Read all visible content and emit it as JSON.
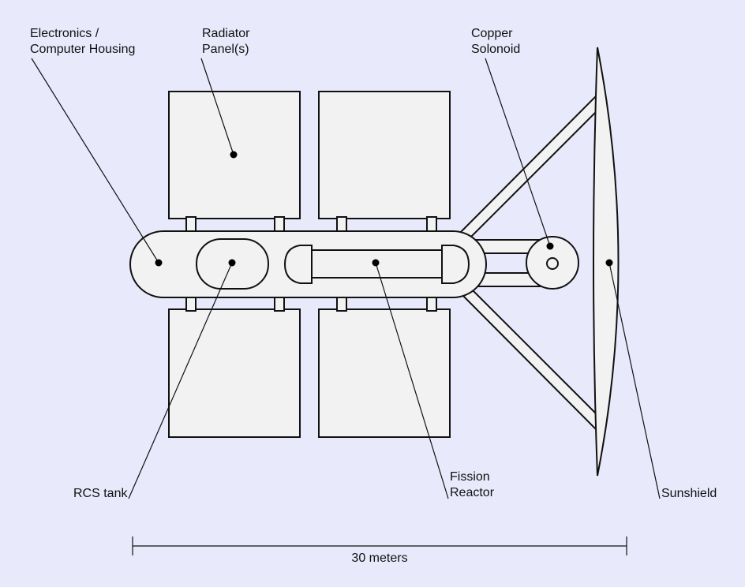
{
  "labels": {
    "electronics": [
      "Electronics /",
      "Computer Housing"
    ],
    "radiator": [
      "Radiator",
      "Panel(s)"
    ],
    "solenoid": [
      "Copper",
      "Solonoid"
    ],
    "rcs": [
      "RCS tank"
    ],
    "reactor": [
      "Fission",
      "Reactor"
    ],
    "sunshield": [
      "Sunshield"
    ]
  },
  "scale": {
    "label": "30 meters"
  },
  "colors": {
    "background": "#e8e9fb",
    "part_fill": "#f2f2f2",
    "stroke": "#111111"
  }
}
